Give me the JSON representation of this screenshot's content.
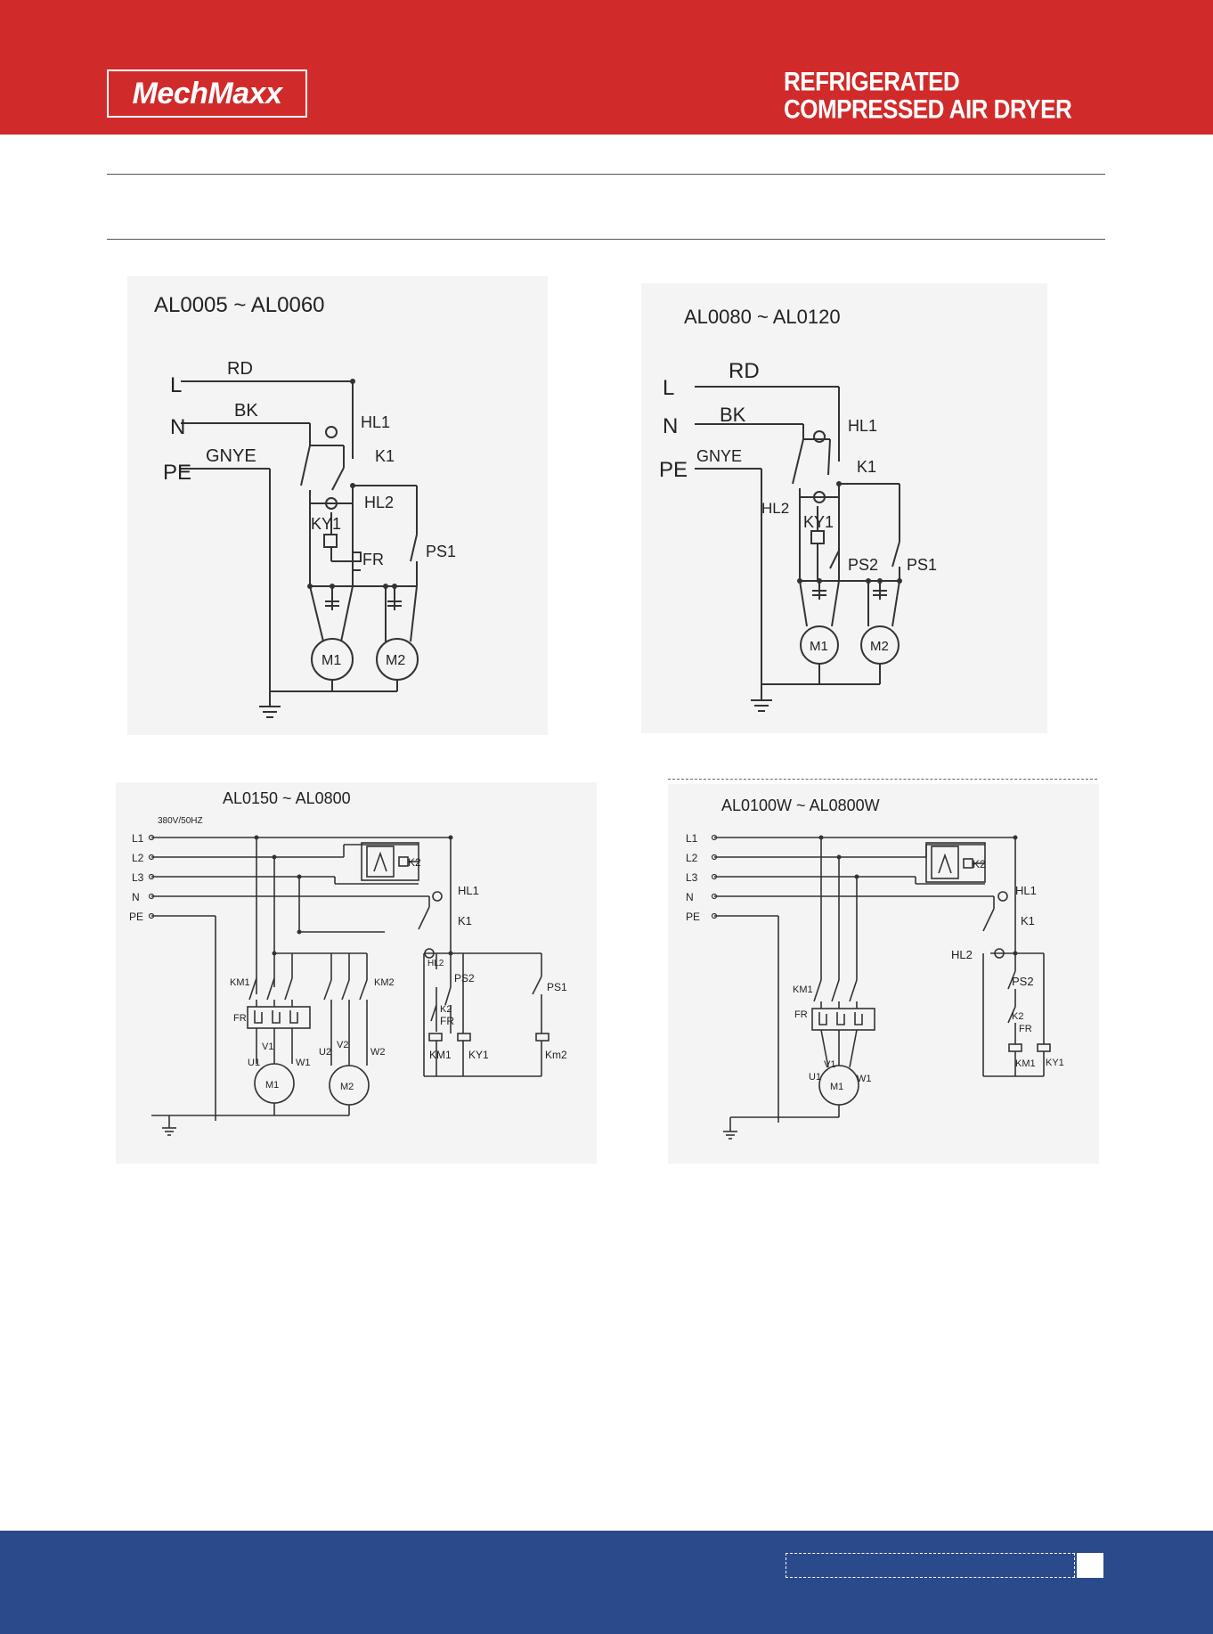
{
  "header": {
    "brand": "MechMaxx",
    "title_line1": "REFRIGERATED",
    "title_line2": "COMPRESSED AIR DRYER",
    "bg_color": "#d12a2a"
  },
  "footer": {
    "page_number": "",
    "bg_color": "#2b4a8b"
  },
  "diagrams": {
    "d1": {
      "title": "AL0005 ~ AL0060",
      "L": "L",
      "N": "N",
      "PE": "PE",
      "RD": "RD",
      "BK": "BK",
      "GNYE": "GNYE",
      "HL1": "HL1",
      "K1": "K1",
      "HL2": "HL2",
      "KY1": "KY1",
      "FR": "FR",
      "PS1": "PS1",
      "M1": "M1",
      "M2": "M2"
    },
    "d2": {
      "title": "AL0080 ~ AL0120",
      "L": "L",
      "N": "N",
      "PE": "PE",
      "RD": "RD",
      "BK": "BK",
      "GNYE": "GNYE",
      "HL1": "HL1",
      "K1": "K1",
      "HL2": "HL2",
      "KY1": "KY1",
      "PS2": "PS2",
      "PS1": "PS1",
      "M1": "M1",
      "M2": "M2"
    },
    "d3": {
      "title": "AL0150 ~ AL0800",
      "supply": "380V/50HZ",
      "L1": "L1",
      "L2": "L2",
      "L3": "L3",
      "N": "N",
      "PE": "PE",
      "K2": "K2",
      "HL1": "HL1",
      "K1": "K1",
      "HL2": "HL2",
      "PS2": "PS2",
      "PS1": "PS1",
      "KM1": "KM1",
      "KM2": "KM2",
      "FR": "FR",
      "FR2": "FR",
      "K2b": "K2",
      "KM1c": "KM1",
      "KY1": "KY1",
      "Km2": "Km2",
      "U1": "U1",
      "V1": "V1",
      "W1": "W1",
      "U2": "U2",
      "V2": "V2",
      "W2": "W2",
      "M1": "M1",
      "M2": "M2"
    },
    "d4": {
      "title": "AL0100W ~ AL0800W",
      "L1": "L1",
      "L2": "L2",
      "L3": "L3",
      "N": "N",
      "PE": "PE",
      "K2": "K2",
      "HL1": "HL1",
      "K1": "K1",
      "HL2": "HL2",
      "PS2": "PS2",
      "KM1": "KM1",
      "FR": "FR",
      "K2b": "K2",
      "FR2": "FR",
      "KM1c": "KM1",
      "KY1": "KY1",
      "U1": "U1",
      "V1": "V1",
      "W1": "W1",
      "M1": "M1"
    }
  }
}
